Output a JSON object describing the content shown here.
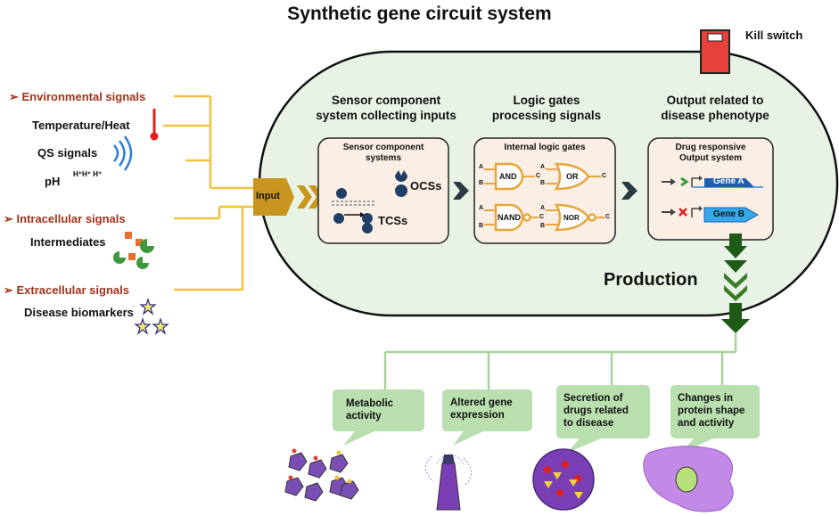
{
  "title": "Synthetic gene circuit system",
  "kill_switch": "Kill switch",
  "signals": {
    "environmental": {
      "label": "Environmental signals",
      "items": [
        "Temperature/Heat",
        "QS signals",
        "pH"
      ],
      "ph_symbols": "H⁺H⁺ H⁺"
    },
    "intracellular": {
      "label": "Intracellular signals",
      "items": [
        "Intermediates"
      ]
    },
    "extracellular": {
      "label": "Extracellular signals",
      "items": [
        "Disease biomarkers"
      ]
    }
  },
  "input_label": "Input",
  "columns": {
    "sensor": {
      "heading_1": "Sensor component",
      "heading_2": "system collecting inputs",
      "box_title_1": "Sensor component",
      "box_title_2": "systems",
      "ocss": "OCSs",
      "tcss": "TCSs"
    },
    "logic": {
      "heading_1": "Logic gates",
      "heading_2": "processing signals",
      "box_title": "Internal logic gates",
      "gates": [
        "AND",
        "OR",
        "NAND",
        "NOR"
      ],
      "pin_a": "A",
      "pin_b": "B",
      "pin_c": "C"
    },
    "output": {
      "heading_1": "Output related to",
      "heading_2": "disease phenotype",
      "box_title_1": "Drug responsive",
      "box_title_2": "Output system",
      "gene_a": "Gene A",
      "gene_b": "Gene B"
    }
  },
  "production": "Production",
  "outcomes": [
    {
      "line1": "Metabolic",
      "line2": "activity",
      "line3": ""
    },
    {
      "line1": "Altered gene",
      "line2": "expression",
      "line3": ""
    },
    {
      "line1": "Secretion of",
      "line2": "drugs related",
      "line3": "to disease"
    },
    {
      "line1": "Changes in",
      "line2": "protein shape",
      "line3": "and activity"
    }
  ],
  "colors": {
    "cell_fill": "#e8f3e6",
    "wire": "#f2c23c",
    "outcome_wire": "#a9d39b",
    "bubble": "#b9dfaf",
    "arrow_gold": "#c8961e",
    "arrow_green": "#1f5a17",
    "gate": "#e8a53a",
    "kill_switch": "#e8403a",
    "gene_blue": "#2f84d6"
  }
}
